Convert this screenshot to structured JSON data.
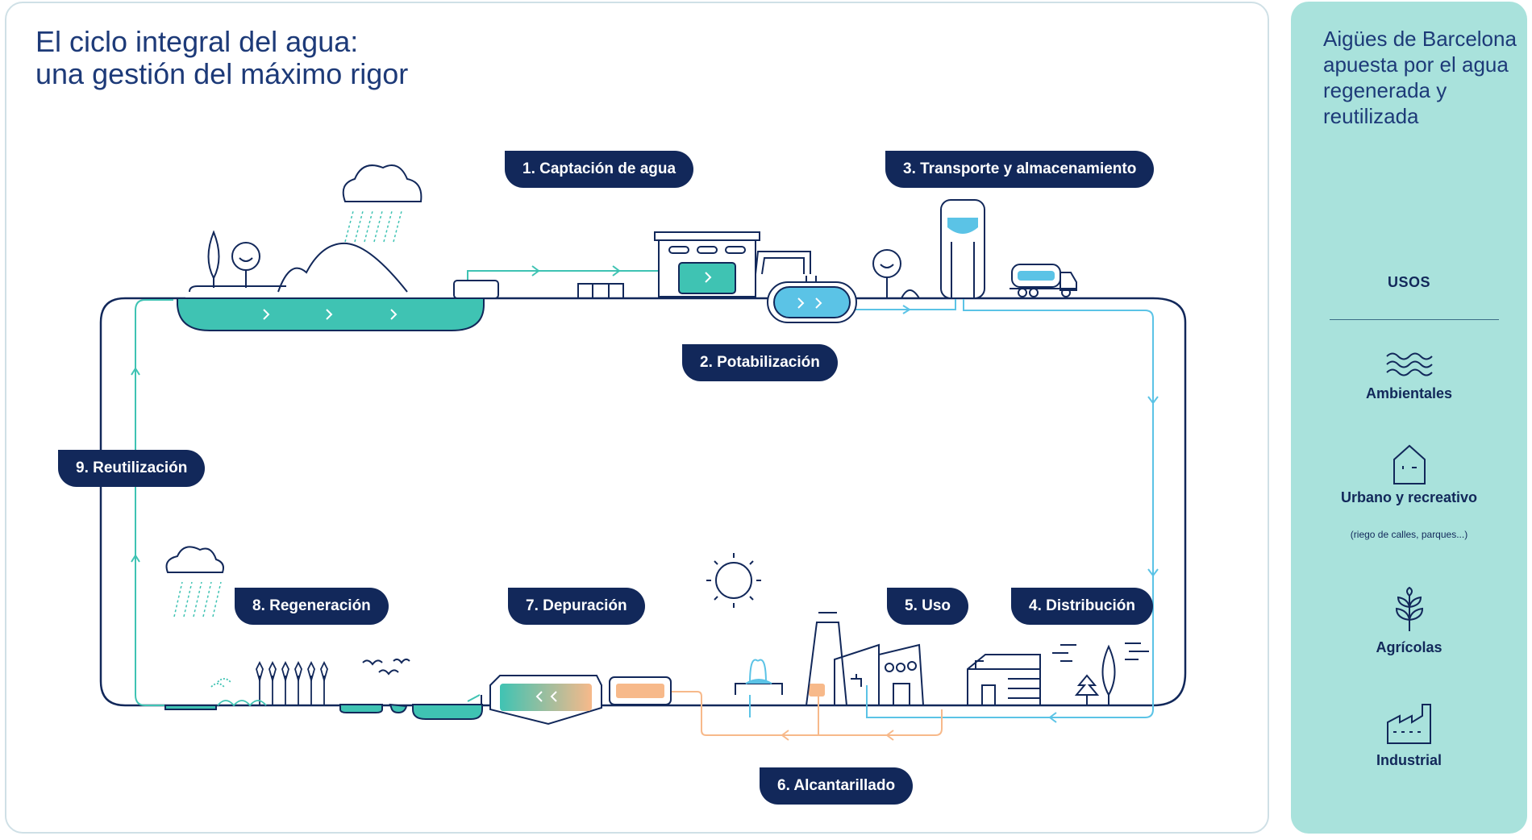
{
  "title": {
    "line1": "El ciclo integral del agua:",
    "line2": "una gestión del máximo rigor"
  },
  "stages": {
    "s1": "1. Captación de agua",
    "s2": "2. Potabilización",
    "s3": "3. Transporte y almacenamiento",
    "s4": "4. Distribución",
    "s5": "5. Uso",
    "s6": "6. Alcantarillado",
    "s7": "7. Depuración",
    "s8": "8. Regeneración",
    "s9": "9. Reutilización"
  },
  "side": {
    "title": "Aigües de Barcelona apuesta por el agua regenerada y reutilizada",
    "heading": "USOS",
    "uses": [
      {
        "label": "Ambientales",
        "icon": "waves-icon"
      },
      {
        "label": "Urbano y recreativo",
        "note": "(riego de calles, parques...)",
        "icon": "house-icon"
      },
      {
        "label": "Agrícolas",
        "icon": "plant-icon"
      },
      {
        "label": "Industrial",
        "icon": "factory-icon"
      }
    ]
  },
  "colors": {
    "navy": "#12285a",
    "teal": "#3fc3b3",
    "light_blue": "#5bc3e6",
    "orange": "#f7b98a",
    "side_bg": "#a9e2dc"
  }
}
